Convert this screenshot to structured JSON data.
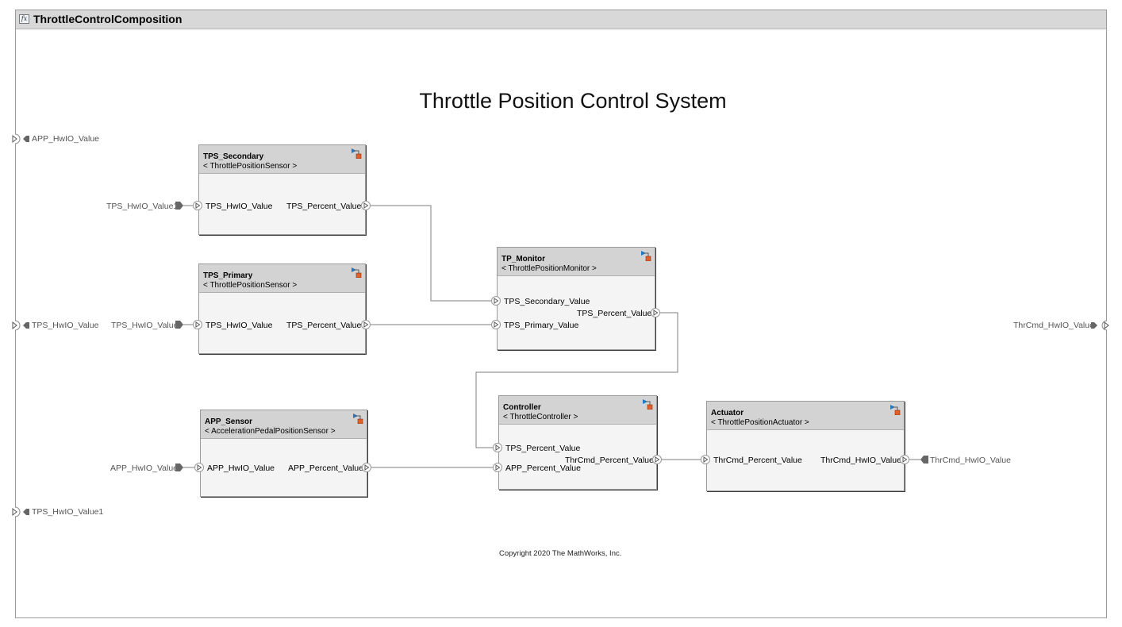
{
  "composition": {
    "title": "ThrottleControlComposition",
    "icon": "fx-icon"
  },
  "diagram": {
    "title": "Throttle Position Control System",
    "copyright": "Copyright 2020 The MathWorks, Inc."
  },
  "blocks": {
    "tps_secondary": {
      "name": "TPS_Secondary",
      "type": "< ThrottlePositionSensor >",
      "inport": "TPS_HwIO_Value",
      "outport": "TPS_Percent_Value"
    },
    "tps_primary": {
      "name": "TPS_Primary",
      "type": "< ThrottlePositionSensor >",
      "inport": "TPS_HwIO_Value",
      "outport": "TPS_Percent_Value"
    },
    "app_sensor": {
      "name": "APP_Sensor",
      "type": "< AccelerationPedalPositionSensor >",
      "inport": "APP_HwIO_Value",
      "outport": "APP_Percent_Value"
    },
    "tp_monitor": {
      "name": "TP_Monitor",
      "type": "< ThrottlePositionMonitor >",
      "inport1": "TPS_Secondary_Value",
      "inport2": "TPS_Primary_Value",
      "outport": "TPS_Percent_Value"
    },
    "controller": {
      "name": "Controller",
      "type": "< ThrottleController >",
      "inport1": "TPS_Percent_Value",
      "inport2": "APP_Percent_Value",
      "outport": "ThrCmd_Percent_Value"
    },
    "actuator": {
      "name": "Actuator",
      "type": "< ThrottlePositionActuator >",
      "inport": "ThrCmd_Percent_Value",
      "outport": "ThrCmd_HwIO_Value"
    }
  },
  "boundary_ports": {
    "left": [
      "APP_HwIO_Value",
      "TPS_HwIO_Value",
      "TPS_HwIO_Value1"
    ],
    "right": [
      "ThrCmd_HwIO_Value"
    ]
  },
  "goto_from_tags": {
    "tps_secondary_in": "TPS_HwIO_Value1",
    "tps_primary_in": "TPS_HwIO_Value",
    "app_sensor_in": "APP_HwIO_Value",
    "actuator_out": "ThrCmd_HwIO_Value",
    "right_out": "ThrCmd_HwIO_Value"
  },
  "colors": {
    "frame_header": "#d8d8d8",
    "block_header": "#d3d3d3",
    "block_body": "#f4f4f4",
    "wire": "#7a7a7a",
    "icon_blue": "#1f78c8",
    "icon_orange": "#e0602a"
  }
}
